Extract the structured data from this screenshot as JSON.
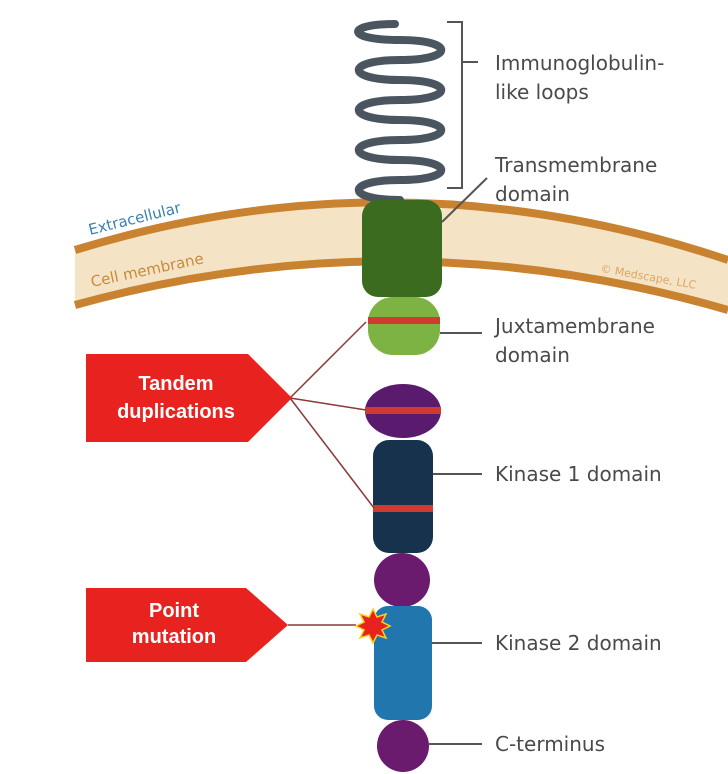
{
  "labels": {
    "ig_loops_1": "Immunoglobulin-",
    "ig_loops_2": "like loops",
    "transmembrane_1": "Transmembrane",
    "transmembrane_2": "domain",
    "juxtamembrane_1": "Juxtamembrane",
    "juxtamembrane_2": "domain",
    "kinase1": "Kinase 1 domain",
    "kinase2": "Kinase 2 domain",
    "cterminus": "C-terminus"
  },
  "membrane": {
    "extracellular": "Extracellular",
    "cell_membrane": "Cell membrane",
    "watermark": "© Medscape, LLC"
  },
  "callouts": {
    "tandem_1": "Tandem",
    "tandem_2": "duplications",
    "point_1": "Point",
    "point_2": "mutation"
  },
  "colors": {
    "loops": "#4a5560",
    "membrane_fill": "#f5e3c6",
    "membrane_edge": "#c9822f",
    "transmembrane": "#3a6b1f",
    "juxtamembrane": "#7cb342",
    "linker": "#5a1a6e",
    "kinase1": "#17324d",
    "kinase2": "#2176ae",
    "cterminus": "#6a1b6e",
    "mutation_band": "#d13a2f",
    "callout": "#e8231f",
    "bracket": "#555555"
  }
}
